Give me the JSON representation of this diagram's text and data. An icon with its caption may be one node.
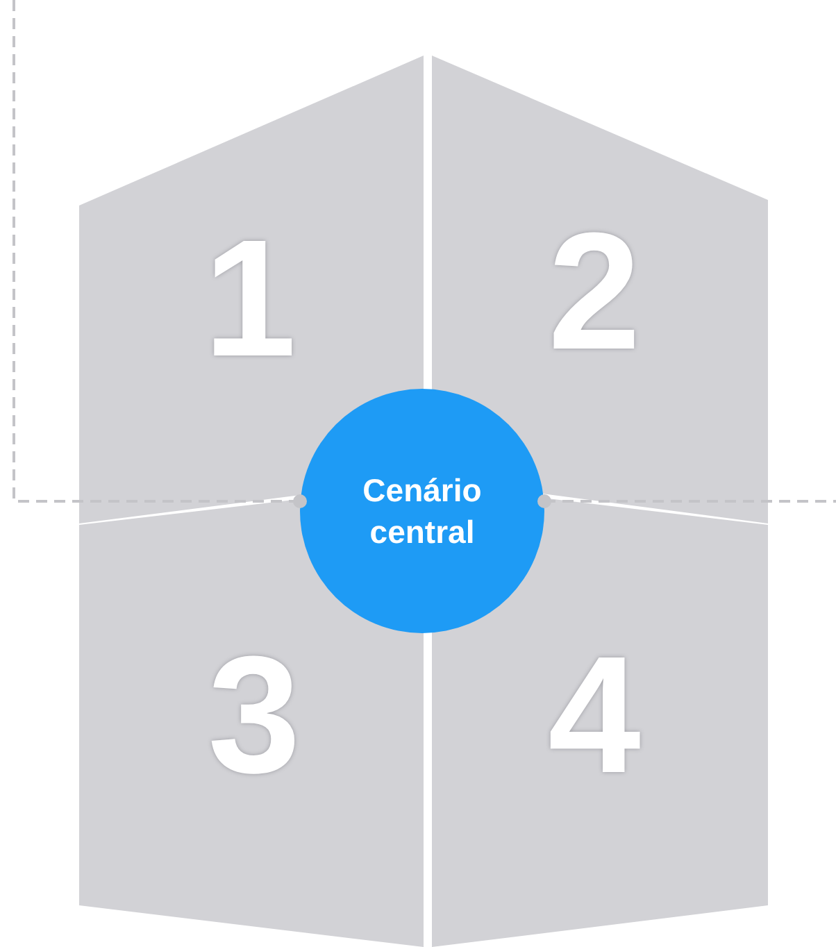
{
  "diagram": {
    "nodes": [
      {
        "text": [
          "1"
        ]
      },
      {
        "text": [
          "2"
        ]
      },
      {
        "text": [
          "3"
        ]
      },
      {
        "text": [
          "4"
        ]
      },
      {
        "text": [
          "Cenário central"
        ]
      }
    ],
    "edges": [
      {
        "from": 4,
        "to": null,
        "arrow": "other",
        "style": "dashed"
      },
      {
        "from": 4,
        "to": null,
        "arrow": "other",
        "style": "dashed"
      }
    ]
  }
}
